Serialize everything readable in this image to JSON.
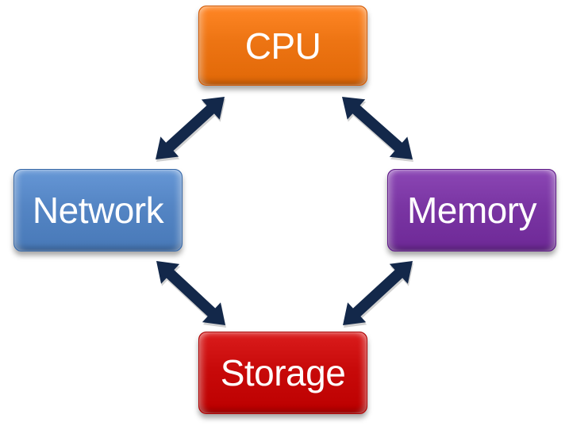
{
  "diagram": {
    "type": "cycle",
    "nodes": [
      {
        "id": "cpu",
        "label": "CPU",
        "color": "#ED7413"
      },
      {
        "id": "network",
        "label": "Network",
        "color": "#5485C4"
      },
      {
        "id": "memory",
        "label": "Memory",
        "color": "#7A35A3"
      },
      {
        "id": "storage",
        "label": "Storage",
        "color": "#C80A0A"
      }
    ],
    "edges": [
      {
        "from": "cpu",
        "to": "network",
        "direction": "bidirectional"
      },
      {
        "from": "cpu",
        "to": "memory",
        "direction": "bidirectional"
      },
      {
        "from": "network",
        "to": "storage",
        "direction": "bidirectional"
      },
      {
        "from": "memory",
        "to": "storage",
        "direction": "bidirectional"
      }
    ],
    "arrow_color": "#13284A"
  }
}
